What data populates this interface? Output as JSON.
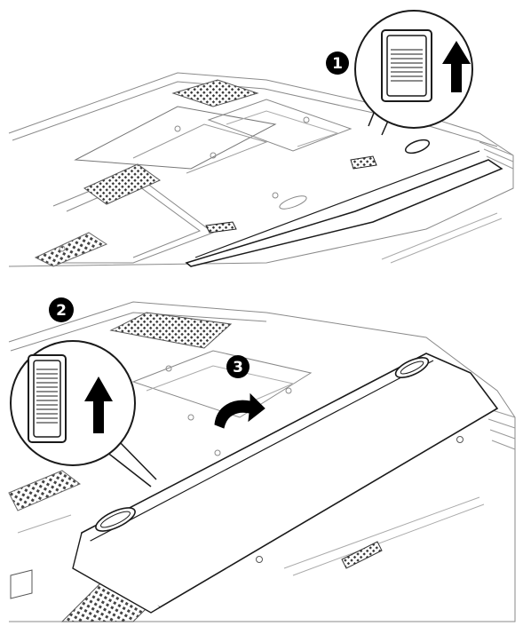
{
  "steps": [
    {
      "number": "1"
    },
    {
      "number": "2"
    },
    {
      "number": "3"
    }
  ],
  "colors": {
    "line": "#1a1a1a",
    "gray": "#9a9a9a",
    "dark": "#000000",
    "fill": "#ffffff"
  },
  "icons": [
    "battery-latch-icon",
    "up-arrow-icon",
    "rotate-arrow-icon"
  ]
}
